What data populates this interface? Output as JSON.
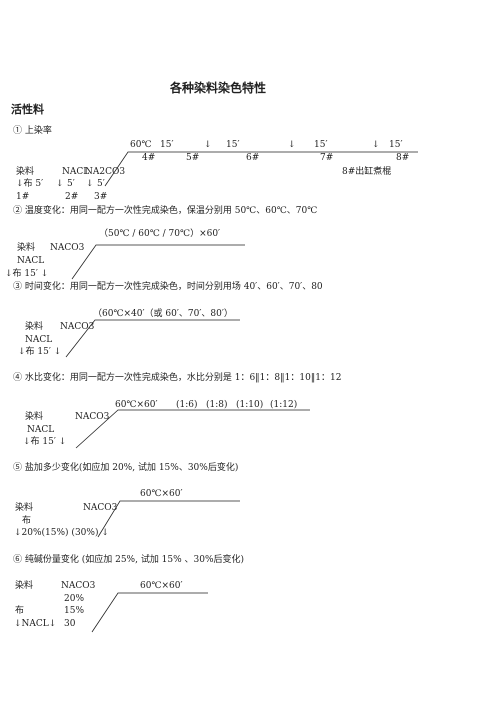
{
  "document": {
    "title": "各种染料染色特性",
    "section": "活性料"
  },
  "s1": {
    "heading": "① 上染率",
    "top_row": [
      "60℃",
      "15′",
      "↓",
      "15′",
      "↓",
      "15′",
      "↓",
      "15′"
    ],
    "samples": [
      "4#",
      "5#",
      "6#",
      "7#",
      "8#"
    ],
    "chem_row": [
      "染料",
      "NACL",
      "NA2CO3"
    ],
    "end_note": "8#出缸煮棍",
    "bottom_row": [
      "↓布 5′",
      "↓",
      "5′",
      "↓",
      "5′"
    ],
    "bottom_samples": [
      "1#",
      "2#",
      "3#"
    ]
  },
  "s2": {
    "heading": "② 温度变化：用同一配方一次性完成染色，保温分别用 50℃、60℃、70℃",
    "cond": "（50℃ / 60℃ / 70℃）×60′",
    "chem": [
      "染料",
      "NACO3",
      "NACL"
    ],
    "bottom": "↓布 15′ ↓"
  },
  "s3": {
    "heading": "③ 时间变化：用同一配方一次性完成染色，时间分别用场 40′、60′、70′、80",
    "cond": "（60℃×40′（或 60′、70′、80′）",
    "chem": [
      "染料",
      "NACO3",
      "NACL"
    ],
    "bottom": "↓布 15′ ↓"
  },
  "s4": {
    "heading": "④ 水比变化：用同一配方一次性完成染色，水比分别是 1：6‖1：8‖1：10‖1：12",
    "cond": "60℃×60′",
    "ratios": [
      "(1:6)",
      "(1:8)",
      "(1:10)",
      "(1:12)"
    ],
    "chem": [
      "染料",
      "NACO3",
      "NACL"
    ],
    "bottom": "↓布 15′ ↓"
  },
  "s5": {
    "heading": "⑤ 盐加多少变化(如应加 20%, 试加 15%、30%后变化)",
    "cond": "60℃×60′",
    "chem": [
      "染料",
      "NACO3",
      "布"
    ],
    "bottom": "↓20%(15%) (30%) ↓"
  },
  "s6": {
    "heading": "⑥ 纯碱份量变化 (如应加 25%, 试加 15% 、30%后变化)",
    "chem": [
      "染料",
      "NACO3"
    ],
    "cond": "60℃×60′",
    "amounts": [
      "20%",
      "15%",
      "30"
    ],
    "left_labels": [
      "布",
      "↓NACL↓"
    ]
  }
}
